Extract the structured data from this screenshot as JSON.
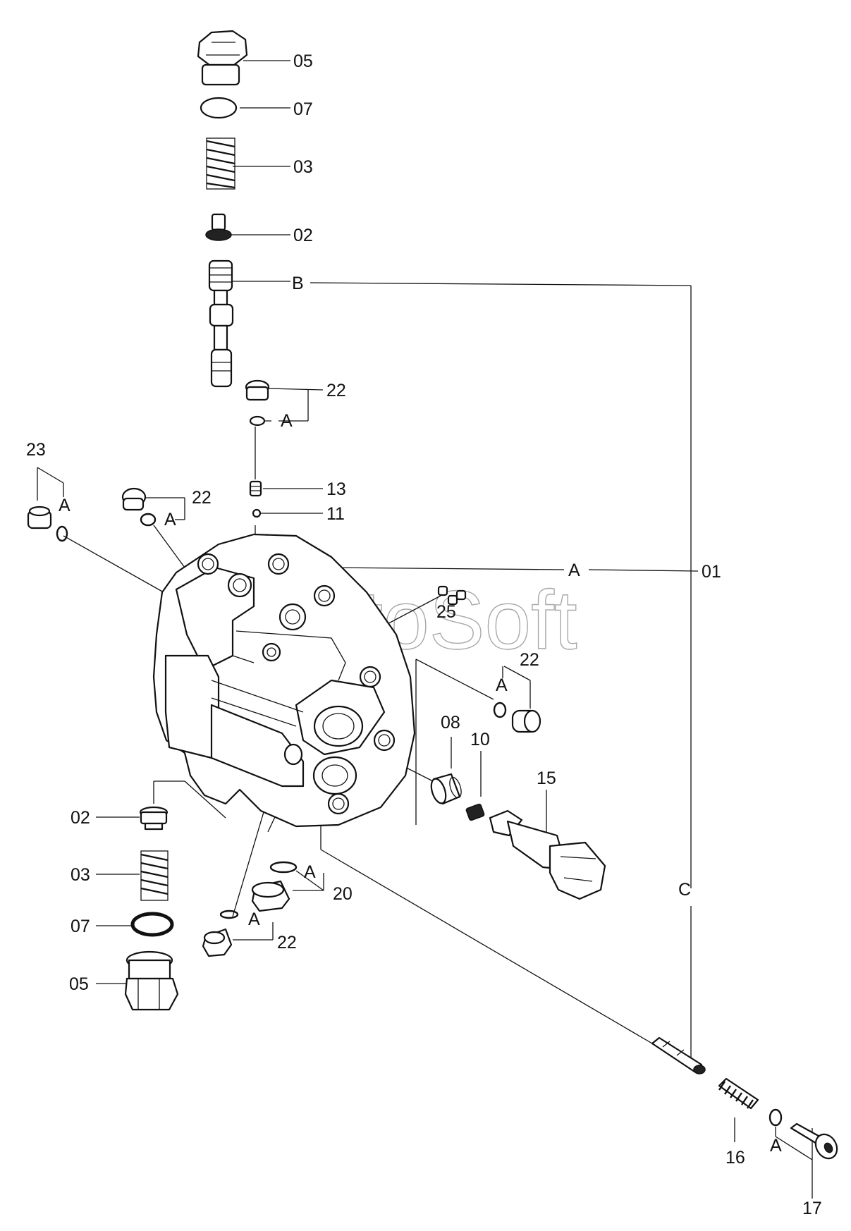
{
  "watermark": "AutoSoft",
  "labels": {
    "p05_top": "05",
    "p07_top": "07",
    "p03_top": "03",
    "p02_top": "02",
    "ref_B": "B",
    "p22_top": "22",
    "ref_A_22_top": "A",
    "p13": "13",
    "p11": "11",
    "p23": "23",
    "ref_A_23": "A",
    "p22_left": "22",
    "ref_A_22_left": "A",
    "ref_A_01": "A",
    "p01": "01",
    "p25": "25",
    "p22_right": "22",
    "ref_A_22_right": "A",
    "p08": "08",
    "p10": "10",
    "p15": "15",
    "p02_bottom": "02",
    "p03_bottom": "03",
    "p07_bottom": "07",
    "p05_bottom": "05",
    "ref_A_20": "A",
    "p20": "20",
    "ref_A_22_bottom": "A",
    "p22_bottom": "22",
    "ref_C": "C",
    "p16": "16",
    "ref_A_17": "A",
    "p17": "17"
  },
  "colors": {
    "ink": "#111111",
    "watermark": "#9a9a9a",
    "background": "#ffffff"
  }
}
